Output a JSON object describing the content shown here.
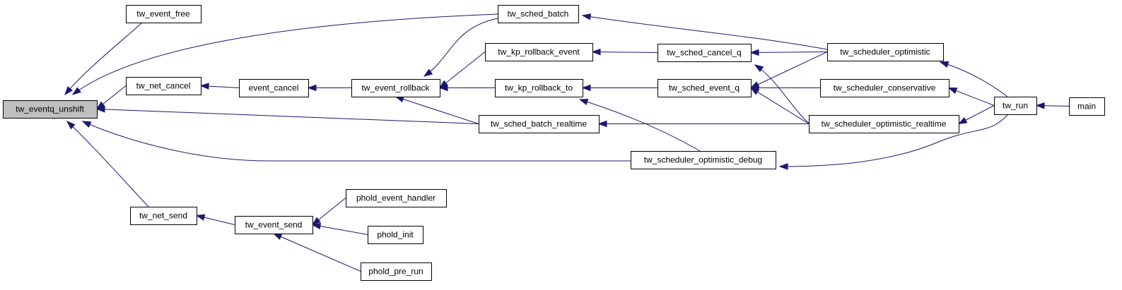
{
  "graph": {
    "title": "",
    "colors": {
      "edge": "#191970",
      "root_fill": "#bfbfbf",
      "node_fill": "#ffffff",
      "node_stroke": "#000000"
    },
    "nodes": [
      {
        "id": "tw_eventq_unshift",
        "label": "tw_eventq_unshift",
        "root": true
      },
      {
        "id": "tw_event_free",
        "label": "tw_event_free"
      },
      {
        "id": "tw_net_cancel",
        "label": "tw_net_cancel"
      },
      {
        "id": "tw_net_send",
        "label": "tw_net_send"
      },
      {
        "id": "event_cancel",
        "label": "event_cancel"
      },
      {
        "id": "tw_event_send",
        "label": "tw_event_send"
      },
      {
        "id": "tw_event_rollback",
        "label": "tw_event_rollback"
      },
      {
        "id": "phold_event_handler",
        "label": "phold_event_handler"
      },
      {
        "id": "phold_init",
        "label": "phold_init"
      },
      {
        "id": "phold_pre_run",
        "label": "phold_pre_run"
      },
      {
        "id": "tw_sched_batch",
        "label": "tw_sched_batch"
      },
      {
        "id": "tw_kp_rollback_event",
        "label": "tw_kp_rollback_event"
      },
      {
        "id": "tw_kp_rollback_to",
        "label": "tw_kp_rollback_to"
      },
      {
        "id": "tw_sched_batch_realtime",
        "label": "tw_sched_batch_realtime"
      },
      {
        "id": "tw_scheduler_optimistic_debug",
        "label": "tw_scheduler_optimistic_debug"
      },
      {
        "id": "tw_sched_cancel_q",
        "label": "tw_sched_cancel_q"
      },
      {
        "id": "tw_sched_event_q",
        "label": "tw_sched_event_q"
      },
      {
        "id": "tw_scheduler_optimistic",
        "label": "tw_scheduler_optimistic"
      },
      {
        "id": "tw_scheduler_conservative",
        "label": "tw_scheduler_conservative"
      },
      {
        "id": "tw_scheduler_optimistic_realtime",
        "label": "tw_scheduler_optimistic_realtime"
      },
      {
        "id": "tw_run",
        "label": "tw_run"
      },
      {
        "id": "main",
        "label": "main"
      }
    ],
    "edges": [
      {
        "from": "tw_event_free",
        "to": "tw_eventq_unshift"
      },
      {
        "from": "tw_sched_batch",
        "to": "tw_eventq_unshift"
      },
      {
        "from": "tw_net_cancel",
        "to": "tw_eventq_unshift"
      },
      {
        "from": "tw_sched_batch_realtime",
        "to": "tw_eventq_unshift"
      },
      {
        "from": "tw_scheduler_optimistic_debug",
        "to": "tw_eventq_unshift"
      },
      {
        "from": "tw_net_send",
        "to": "tw_eventq_unshift"
      },
      {
        "from": "event_cancel",
        "to": "tw_net_cancel"
      },
      {
        "from": "tw_event_send",
        "to": "tw_net_send"
      },
      {
        "from": "tw_event_rollback",
        "to": "event_cancel"
      },
      {
        "from": "phold_event_handler",
        "to": "tw_event_send"
      },
      {
        "from": "phold_init",
        "to": "tw_event_send"
      },
      {
        "from": "phold_pre_run",
        "to": "tw_event_send"
      },
      {
        "from": "tw_sched_batch",
        "to": "tw_event_rollback"
      },
      {
        "from": "tw_kp_rollback_event",
        "to": "tw_event_rollback"
      },
      {
        "from": "tw_kp_rollback_to",
        "to": "tw_event_rollback"
      },
      {
        "from": "tw_sched_batch_realtime",
        "to": "tw_event_rollback"
      },
      {
        "from": "tw_scheduler_optimistic",
        "to": "tw_sched_batch"
      },
      {
        "from": "tw_sched_cancel_q",
        "to": "tw_kp_rollback_event"
      },
      {
        "from": "tw_sched_event_q",
        "to": "tw_kp_rollback_to"
      },
      {
        "from": "tw_scheduler_optimistic_debug",
        "to": "tw_kp_rollback_to"
      },
      {
        "from": "tw_scheduler_optimistic_realtime",
        "to": "tw_sched_batch_realtime"
      },
      {
        "from": "tw_run",
        "to": "tw_scheduler_optimistic_debug"
      },
      {
        "from": "tw_scheduler_optimistic",
        "to": "tw_sched_cancel_q"
      },
      {
        "from": "tw_scheduler_optimistic_realtime",
        "to": "tw_sched_cancel_q"
      },
      {
        "from": "tw_scheduler_optimistic",
        "to": "tw_sched_event_q"
      },
      {
        "from": "tw_scheduler_conservative",
        "to": "tw_sched_event_q"
      },
      {
        "from": "tw_scheduler_optimistic_realtime",
        "to": "tw_sched_event_q"
      },
      {
        "from": "tw_run",
        "to": "tw_scheduler_optimistic"
      },
      {
        "from": "tw_run",
        "to": "tw_scheduler_conservative"
      },
      {
        "from": "tw_run",
        "to": "tw_scheduler_optimistic_realtime"
      },
      {
        "from": "main",
        "to": "tw_run"
      }
    ]
  }
}
